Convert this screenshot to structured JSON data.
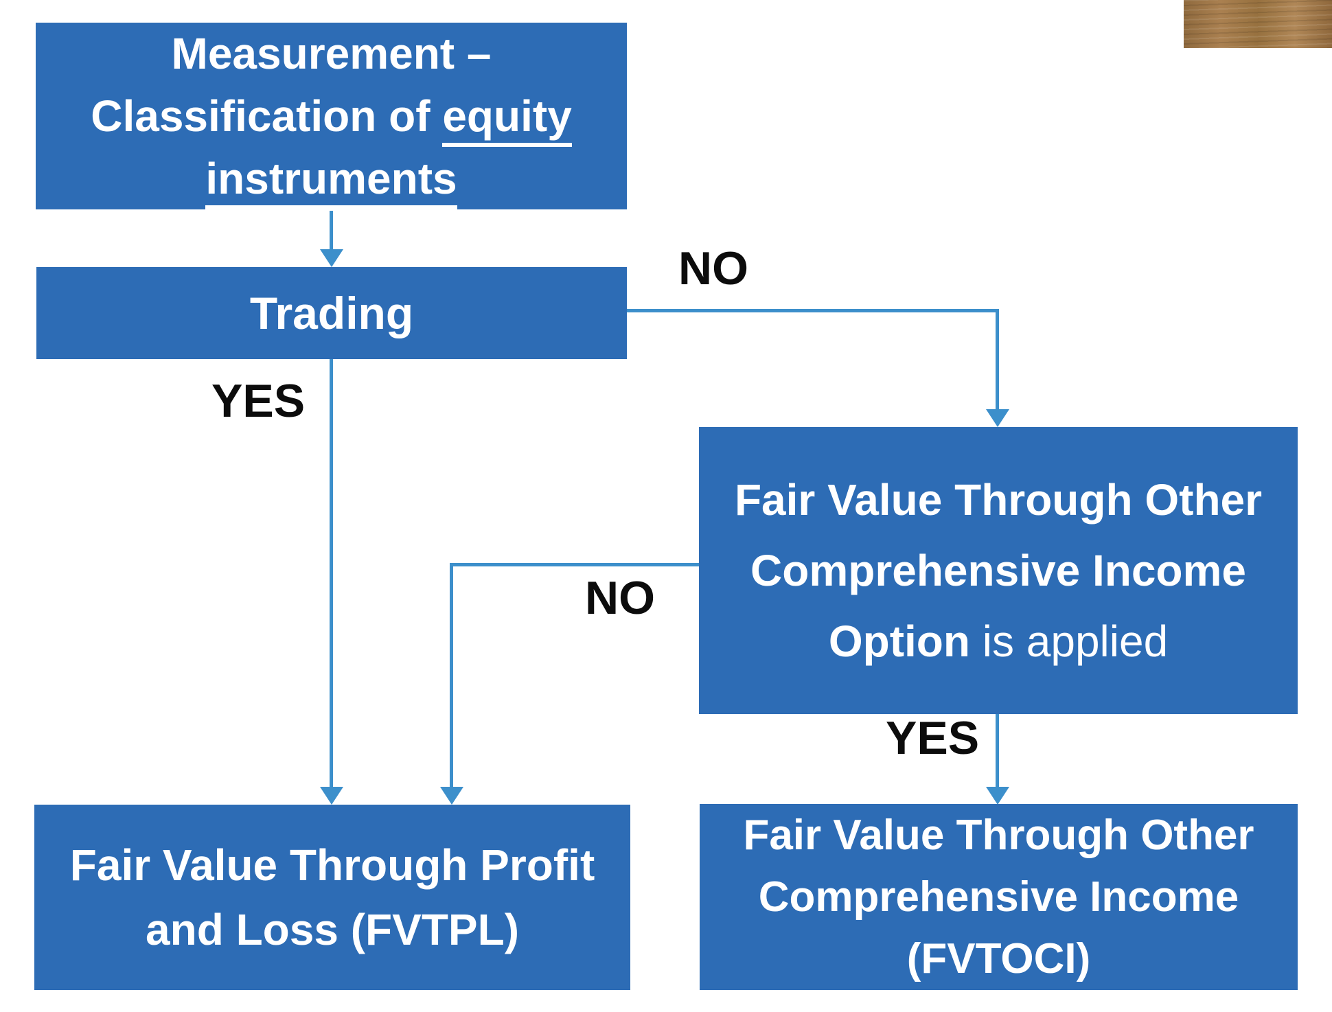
{
  "colors": {
    "box_fill": "#2d6cb5",
    "box_text": "#ffffff",
    "connector": "#3c8fcb",
    "label_text": "#0c0c0c",
    "background": "#ffffff"
  },
  "flowchart": {
    "measurement_box": {
      "prefix": "Measurement – Classification of ",
      "underlined": "equity instruments"
    },
    "trading_box": {
      "label": "Trading"
    },
    "fvtoci_option_box": {
      "bold": "Fair Value Through Other Comprehensive Income Option",
      "regular": " is applied"
    },
    "fvtpl_box": {
      "label": "Fair Value Through Profit and Loss (FVTPL)"
    },
    "fvtoci_box": {
      "label": "Fair Value Through Other Comprehensive Income (FVTOCI)"
    },
    "labels": {
      "no_trading": "NO",
      "yes_trading": "YES",
      "no_option": "NO",
      "yes_option": "YES"
    }
  }
}
